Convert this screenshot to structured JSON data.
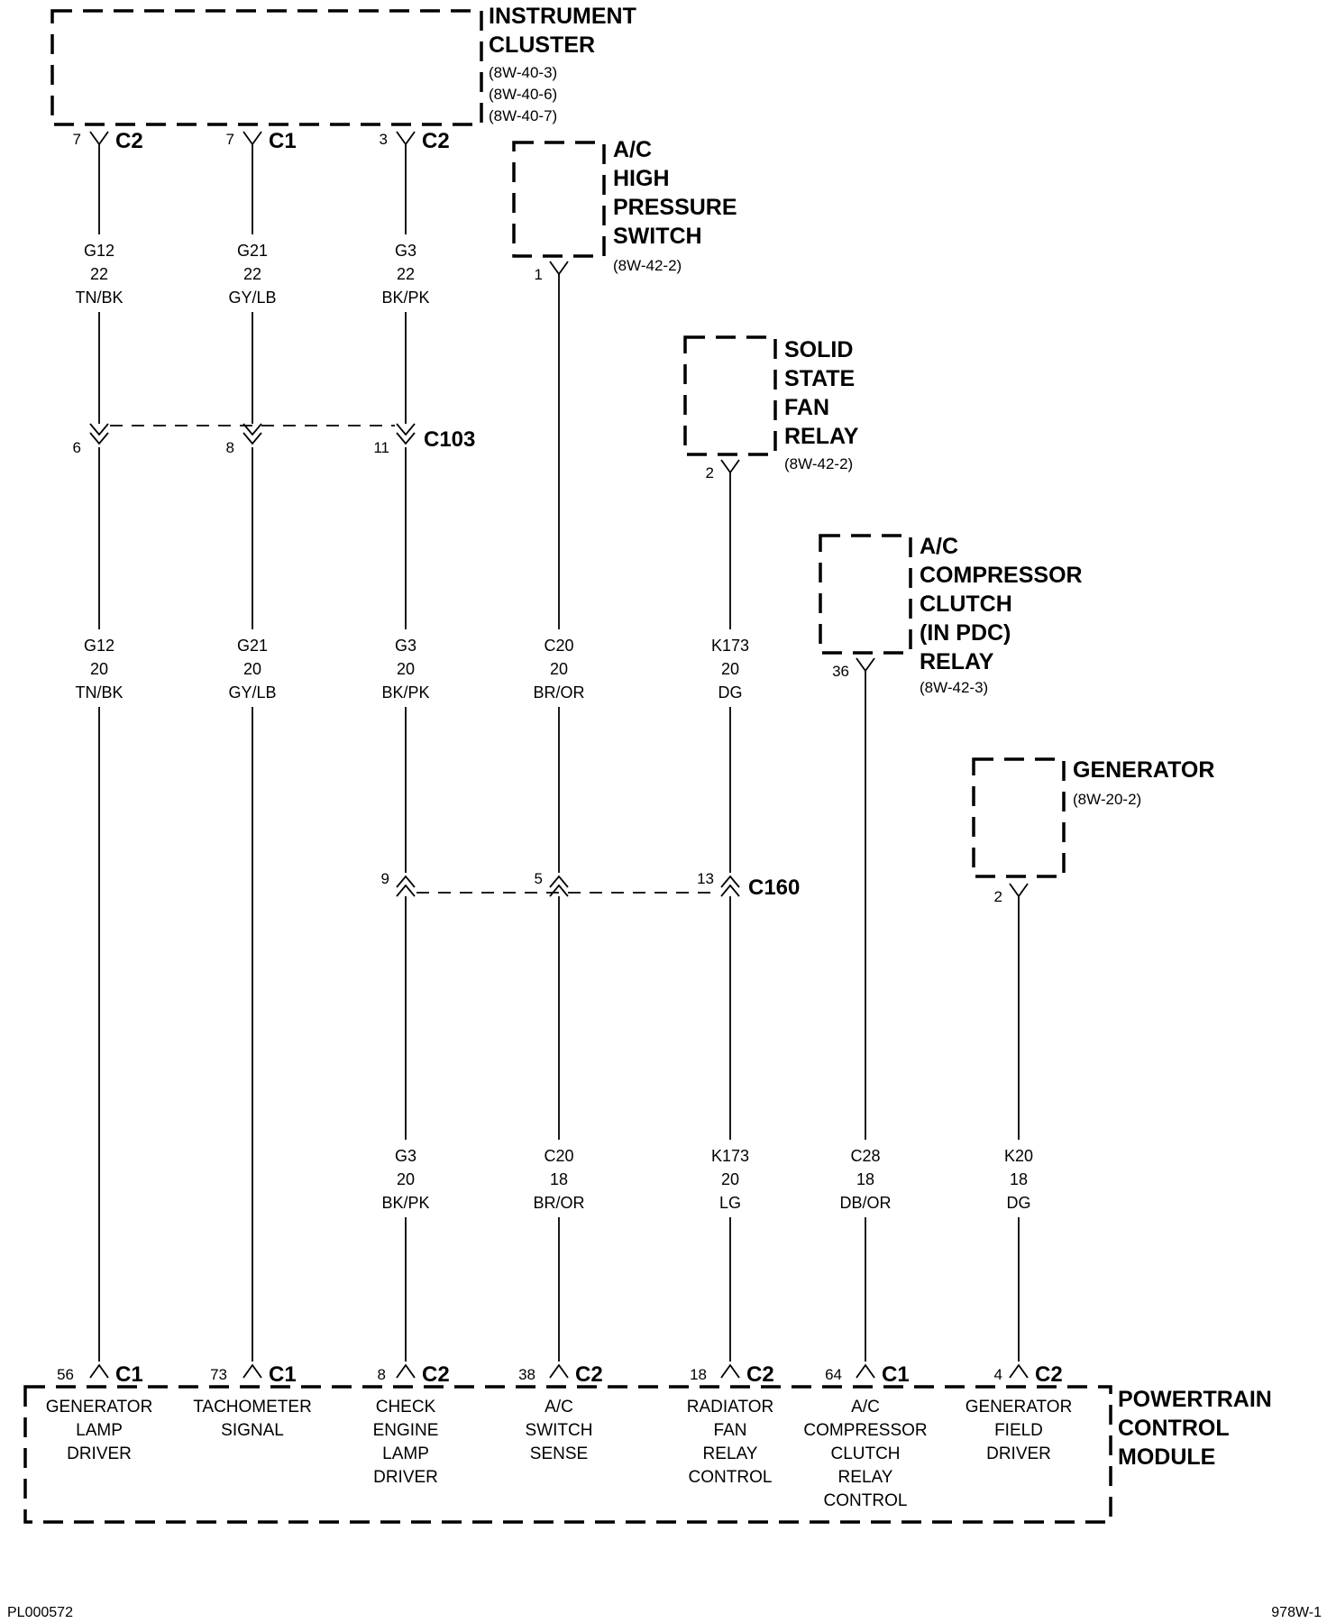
{
  "components": {
    "instrument_cluster": {
      "name1": "INSTRUMENT",
      "name2": "CLUSTER",
      "ref1": "(8W-40-3)",
      "ref2": "(8W-40-6)",
      "ref3": "(8W-40-7)"
    },
    "ac_high_pressure_switch": {
      "name1": "A/C",
      "name2": "HIGH",
      "name3": "PRESSURE",
      "name4": "SWITCH",
      "ref": "(8W-42-2)"
    },
    "solid_state_fan_relay": {
      "name1": "SOLID",
      "name2": "STATE",
      "name3": "FAN",
      "name4": "RELAY",
      "ref": "(8W-42-2)"
    },
    "ac_compressor_clutch_relay": {
      "name1": "A/C",
      "name2": "COMPRESSOR",
      "name3": "CLUTCH",
      "name4": "(IN PDC)",
      "name5": "RELAY",
      "ref": "(8W-42-3)"
    },
    "generator": {
      "name1": "GENERATOR",
      "ref": "(8W-20-2)"
    },
    "pcm": {
      "name1": "POWERTRAIN",
      "name2": "CONTROL",
      "name3": "MODULE"
    }
  },
  "cluster_pins": [
    {
      "pin": "7",
      "conn": "C2"
    },
    {
      "pin": "7",
      "conn": "C1"
    },
    {
      "pin": "3",
      "conn": "C2"
    }
  ],
  "device_pins": {
    "ac_switch": "1",
    "fan_relay": "2",
    "compressor_relay": "36",
    "generator": "2"
  },
  "c103": {
    "name": "C103",
    "pins": [
      "6",
      "8",
      "11"
    ]
  },
  "c160": {
    "name": "C160",
    "pins": [
      "9",
      "5",
      "13"
    ]
  },
  "wires": {
    "col1_top": {
      "circuit": "G12",
      "gauge": "22",
      "color": "TN/BK"
    },
    "col2_top": {
      "circuit": "G21",
      "gauge": "22",
      "color": "GY/LB"
    },
    "col3_top": {
      "circuit": "G3",
      "gauge": "22",
      "color": "BK/PK"
    },
    "col1_mid": {
      "circuit": "G12",
      "gauge": "20",
      "color": "TN/BK"
    },
    "col2_mid": {
      "circuit": "G21",
      "gauge": "20",
      "color": "GY/LB"
    },
    "col3_mid": {
      "circuit": "G3",
      "gauge": "20",
      "color": "BK/PK"
    },
    "col4_mid": {
      "circuit": "C20",
      "gauge": "20",
      "color": "BR/OR"
    },
    "col5_mid": {
      "circuit": "K173",
      "gauge": "20",
      "color": "DG"
    },
    "col3_bot": {
      "circuit": "G3",
      "gauge": "20",
      "color": "BK/PK"
    },
    "col4_bot": {
      "circuit": "C20",
      "gauge": "18",
      "color": "BR/OR"
    },
    "col5_bot": {
      "circuit": "K173",
      "gauge": "20",
      "color": "LG"
    },
    "col6_bot": {
      "circuit": "C28",
      "gauge": "18",
      "color": "DB/OR"
    },
    "col7_bot": {
      "circuit": "K20",
      "gauge": "18",
      "color": "DG"
    }
  },
  "pcm_pins": [
    {
      "pin": "56",
      "conn": "C1",
      "lines": [
        "GENERATOR",
        "LAMP",
        "DRIVER"
      ]
    },
    {
      "pin": "73",
      "conn": "C1",
      "lines": [
        "TACHOMETER",
        "SIGNAL"
      ]
    },
    {
      "pin": "8",
      "conn": "C2",
      "lines": [
        "CHECK",
        "ENGINE",
        "LAMP",
        "DRIVER"
      ]
    },
    {
      "pin": "38",
      "conn": "C2",
      "lines": [
        "A/C",
        "SWITCH",
        "SENSE"
      ]
    },
    {
      "pin": "18",
      "conn": "C2",
      "lines": [
        "RADIATOR",
        "FAN",
        "RELAY",
        "CONTROL"
      ]
    },
    {
      "pin": "64",
      "conn": "C1",
      "lines": [
        "A/C",
        "COMPRESSOR",
        "CLUTCH",
        "RELAY",
        "CONTROL"
      ]
    },
    {
      "pin": "4",
      "conn": "C2",
      "lines": [
        "GENERATOR",
        "FIELD",
        "DRIVER"
      ]
    }
  ],
  "footer": {
    "left": "PL000572",
    "right": "978W-1"
  }
}
